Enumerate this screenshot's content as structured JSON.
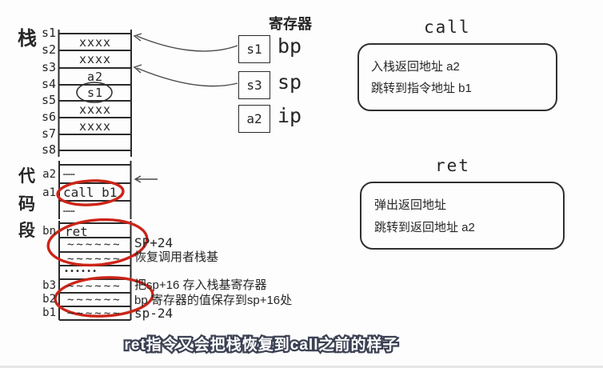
{
  "colors": {
    "ink": "#2b2b2b",
    "red_circle": "#cc2418",
    "subtitle_fill": "#ffffff",
    "subtitle_outline": "#3d4254"
  },
  "stack": {
    "title": "栈",
    "labels": [
      "s1",
      "s2",
      "s3",
      "s4",
      "s5",
      "s6",
      "s7",
      "s8"
    ],
    "cells": [
      "xxxx",
      "xxxx",
      "a2",
      "s1",
      "xxxx",
      "xxxx",
      ""
    ]
  },
  "registers": {
    "title": "寄存器",
    "items": [
      {
        "value": "s1",
        "name": "bp"
      },
      {
        "value": "s3",
        "name": "sp"
      },
      {
        "value": "a2",
        "name": "ip"
      }
    ]
  },
  "code_segment": {
    "title": "代码段",
    "title_chars": [
      "代",
      "码",
      "段"
    ],
    "block1": {
      "rows": [
        {
          "label": "a2",
          "content": "……"
        },
        {
          "label": "a1",
          "content": "call b1"
        },
        {
          "label": "",
          "content": "……"
        }
      ]
    },
    "block2": {
      "rows": [
        {
          "label": "bn",
          "content": "ret",
          "note": ""
        },
        {
          "label": "",
          "content": "~~~~~~",
          "note": "SP+24"
        },
        {
          "label": "",
          "content": "~~~~~~",
          "note": "恢复调用者栈基"
        },
        {
          "label": "",
          "content": "••••••",
          "note": ""
        },
        {
          "label": "b3",
          "content": "~~~~~~",
          "note": "把sp+16 存入栈基寄存器"
        },
        {
          "label": "b2",
          "content": "~~~~~~",
          "note": "bp 寄存器的值保存到sp+16处"
        },
        {
          "label": "b1",
          "content": "~~~~~~",
          "note": "sp-24"
        }
      ]
    }
  },
  "call_box": {
    "title": "call",
    "lines": [
      "入栈返回地址 a2",
      "跳转到指令地址 b1"
    ]
  },
  "ret_box": {
    "title": "ret",
    "lines": [
      "弹出返回地址",
      "跳转到返回地址 a2"
    ]
  },
  "subtitle": "ret指令又会把栈恢复到call之前的样子"
}
